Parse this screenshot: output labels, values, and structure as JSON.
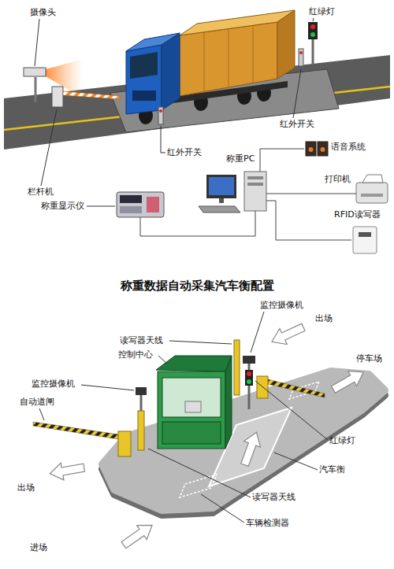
{
  "diagram": {
    "title": "称重数据自动采集汽车衡配置",
    "labels": [
      "摄像头",
      "红绿灯",
      "红外开关",
      "语音系统",
      "红外开关",
      "称重PC",
      "打印机",
      "栏杆机",
      "称重显示仪",
      "RFID读写器",
      "监控摄像机",
      "出场",
      "读写器天线",
      "控制中心",
      "停车场",
      "监控摄像机",
      "自动道闸",
      "红绿灯",
      "汽车衡",
      "出场",
      "读写器天线",
      "车辆检测器",
      "进场"
    ]
  }
}
